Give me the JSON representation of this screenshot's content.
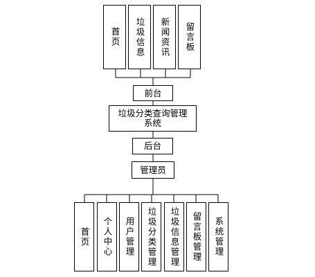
{
  "frontend_modules": [
    "首页",
    "垃圾信息",
    "新闻资讯",
    "留言板"
  ],
  "frontend": "前台",
  "system": "垃圾分类查询管理系统",
  "backend": "后台",
  "admin": "管理员",
  "admin_modules": [
    "首页",
    "个人中心",
    "用户管理",
    "垃圾分类管理",
    "垃圾信息管理",
    "留言板管理",
    "系统管理"
  ]
}
